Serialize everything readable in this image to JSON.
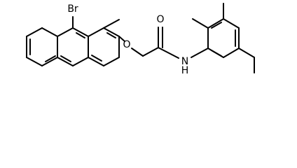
{
  "diagram": {
    "atom_labels": {
      "bromine": "Br",
      "ether_oxygen": "O",
      "carbonyl_oxygen": "O",
      "amide_nitrogen": "N",
      "amide_hydrogen": "H"
    }
  }
}
